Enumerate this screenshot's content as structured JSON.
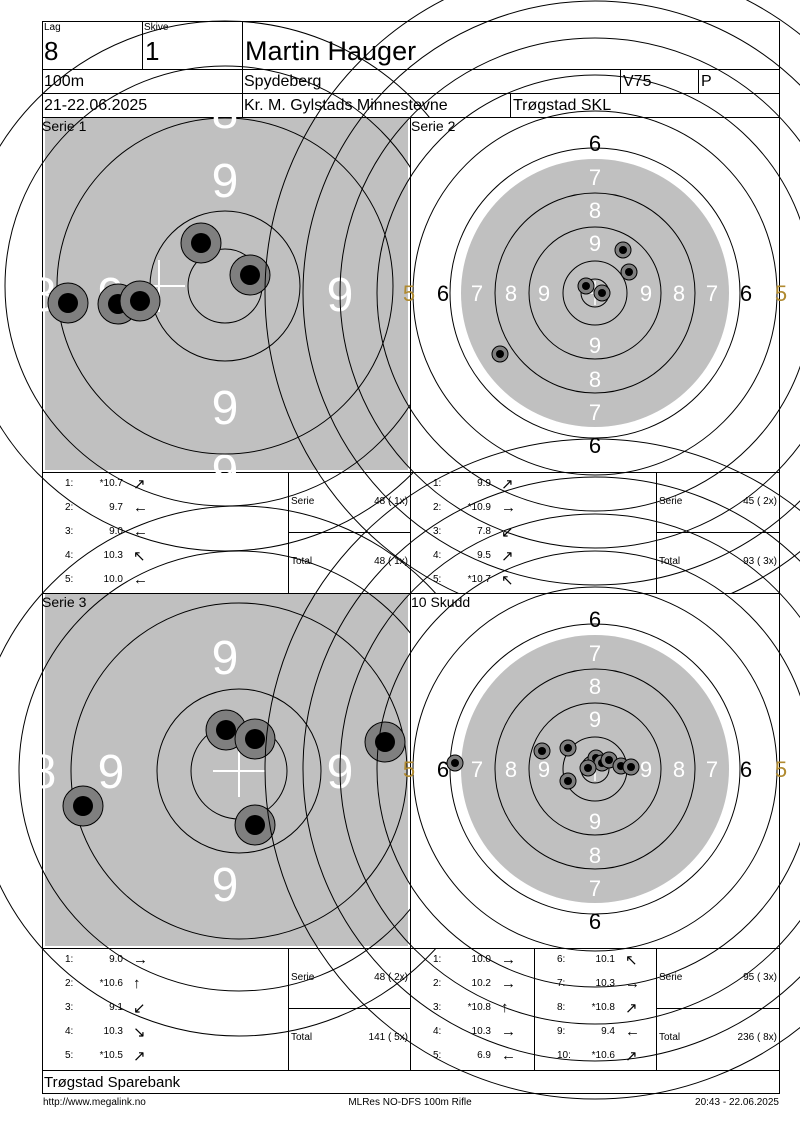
{
  "header": {
    "lag_label": "Lag",
    "lag": "8",
    "skive_label": "Skive",
    "skive": "1",
    "name": "Martin Hauger",
    "distance": "100m",
    "place": "Spydeberg",
    "klasse": "V75",
    "position": "P",
    "date": "21-22.06.2025",
    "event": "Kr. M. Gylstads Minnestevne",
    "club": "Trøgstad SKL"
  },
  "panels": {
    "s1": {
      "title": "Serie 1",
      "labels": [
        "9",
        "9",
        "9",
        "9",
        "8",
        "8",
        "9"
      ]
    },
    "s2": {
      "title": "Serie 2",
      "labels": [
        "6",
        "7",
        "8",
        "9",
        "9",
        "8",
        "7",
        "6",
        "6",
        "7",
        "8",
        "9",
        "9",
        "8",
        "7",
        "6",
        "5",
        "5"
      ]
    },
    "s3": {
      "title": "Serie 3",
      "labels": [
        "9",
        "9",
        "9",
        "9",
        "8"
      ]
    },
    "s4": {
      "title": "10 Skudd",
      "labels": [
        "6",
        "7",
        "8",
        "9",
        "9",
        "8",
        "7",
        "6",
        "6",
        "7",
        "8",
        "9",
        "9",
        "8",
        "7",
        "6",
        "5",
        "5"
      ]
    }
  },
  "shots": {
    "s1": [
      {
        "n": "1:",
        "v": "*10.7",
        "dir": "ne"
      },
      {
        "n": "2:",
        "v": "9.7",
        "dir": "w"
      },
      {
        "n": "3:",
        "v": "9.0",
        "dir": "w"
      },
      {
        "n": "4:",
        "v": "10.3",
        "dir": "nw"
      },
      {
        "n": "5:",
        "v": "10.0",
        "dir": "w"
      }
    ],
    "s2": [
      {
        "n": "1:",
        "v": "9.9",
        "dir": "ne"
      },
      {
        "n": "2:",
        "v": "*10.9",
        "dir": "e"
      },
      {
        "n": "3:",
        "v": "7.8",
        "dir": "sw"
      },
      {
        "n": "4:",
        "v": "9.5",
        "dir": "ne"
      },
      {
        "n": "5:",
        "v": "*10.7",
        "dir": "nw"
      }
    ],
    "s3": [
      {
        "n": "1:",
        "v": "9.0",
        "dir": "e"
      },
      {
        "n": "2:",
        "v": "*10.6",
        "dir": "n"
      },
      {
        "n": "3:",
        "v": "9.1",
        "dir": "sw"
      },
      {
        "n": "4:",
        "v": "10.3",
        "dir": "se"
      },
      {
        "n": "5:",
        "v": "*10.5",
        "dir": "ne"
      }
    ],
    "s4a": [
      {
        "n": "1:",
        "v": "10.0",
        "dir": "e"
      },
      {
        "n": "2:",
        "v": "10.2",
        "dir": "e"
      },
      {
        "n": "3:",
        "v": "*10.8",
        "dir": "n"
      },
      {
        "n": "4:",
        "v": "10.3",
        "dir": "e"
      },
      {
        "n": "5:",
        "v": "6.9",
        "dir": "w"
      }
    ],
    "s4b": [
      {
        "n": "6:",
        "v": "10.1",
        "dir": "nw"
      },
      {
        "n": "7:",
        "v": "10.3",
        "dir": "e"
      },
      {
        "n": "8:",
        "v": "*10.8",
        "dir": "ne"
      },
      {
        "n": "9:",
        "v": "9.4",
        "dir": "w"
      },
      {
        "n": "10:",
        "v": "*10.6",
        "dir": "ne"
      }
    ]
  },
  "summaries": {
    "s1": {
      "serie_label": "Serie",
      "serie": "48 ( 1x)",
      "total_label": "Total",
      "total": "48 ( 1x)"
    },
    "s2": {
      "serie_label": "Serie",
      "serie": "45 ( 2x)",
      "total_label": "Total",
      "total": "93 ( 3x)"
    },
    "s3": {
      "serie_label": "Serie",
      "serie": "48 ( 2x)",
      "total_label": "Total",
      "total": "141 ( 5x)"
    },
    "s4": {
      "serie_label": "Serie",
      "serie": "95 ( 3x)",
      "total_label": "Total",
      "total": "236 ( 8x)"
    }
  },
  "footer": {
    "sponsor": "Trøgstad Sparebank",
    "url": "http://www.megalink.no",
    "program": "MLRes NO-DFS 100m Rifle",
    "timestamp": "20:43 - 22.06.2025"
  },
  "colors": {
    "ring_gray": "#c0c0c0",
    "hole_gray": "#7f7f7f",
    "ink": "#000000"
  }
}
